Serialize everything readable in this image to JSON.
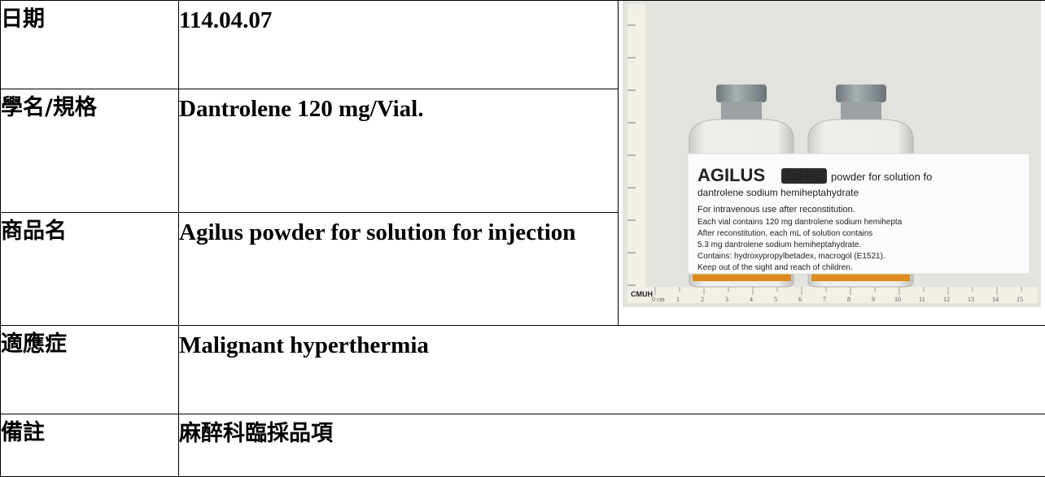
{
  "rows": [
    {
      "label": "日期",
      "value": "114.04.07"
    },
    {
      "label": "學名/規格",
      "value": "Dantrolene 120 mg/Vial."
    },
    {
      "label": "商品名",
      "value": "Agilus powder for solution for injection"
    },
    {
      "label": "適應症",
      "value": "Malignant hyperthermia"
    },
    {
      "label": "備註",
      "value": "麻醉科臨採品項"
    }
  ],
  "photo": {
    "brand": "AGILUS",
    "dose_badge": "120 mg",
    "lines": [
      "powder for solution fo",
      "dantrolene sodium hemiheptahydrate",
      "For intravenous use after reconstitution.",
      "Each vial contains 120 mg dantrolene sodium hemihepta",
      "After reconstitution, each mL of solution contains",
      "5.3 mg dantrolene sodium hemiheptahydrate.",
      "Contains: hydroxypropylbetadex, macrogol (E1521).",
      "Keep out of the sight and reach of children."
    ],
    "ruler_brand": "CMUH",
    "ruler_unit": "0 cm",
    "ruler_numbers": [
      "1",
      "2",
      "3",
      "4",
      "5",
      "6",
      "7",
      "8",
      "9",
      "10",
      "11",
      "12",
      "13",
      "14",
      "15"
    ],
    "colors": {
      "powder": "#e9a22a",
      "cap": "#8f969b",
      "label_bg": "#fbfbfb",
      "badge": "#2a2a2a"
    }
  }
}
